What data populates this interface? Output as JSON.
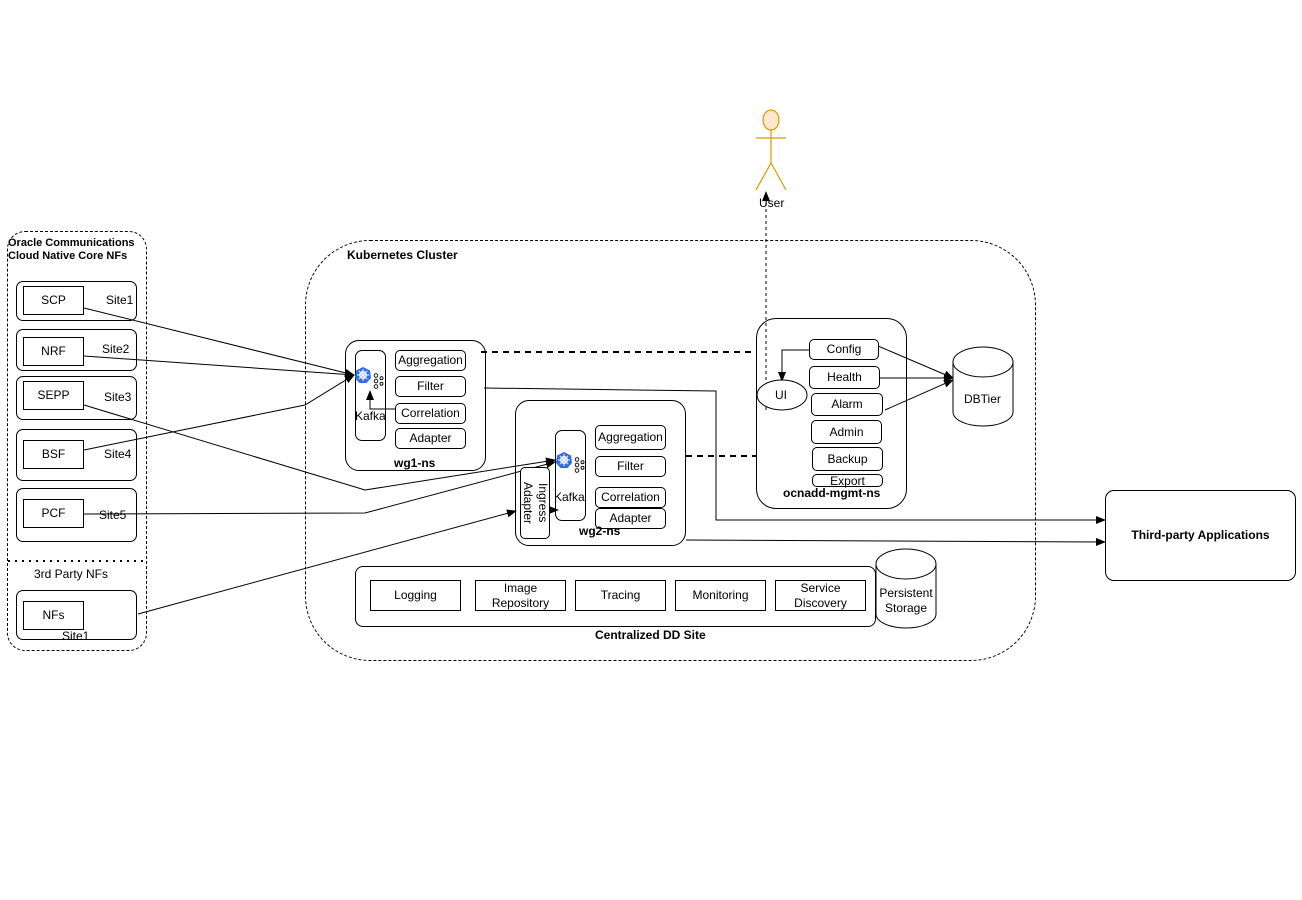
{
  "nf_panel": {
    "title_line1": "Oracle Communications",
    "title_line2": "Cloud Native Core NFs",
    "third_party_label": "3rd Party NFs"
  },
  "nfs": [
    {
      "name": "SCP",
      "site": "Site1"
    },
    {
      "name": "NRF",
      "site": "Site2"
    },
    {
      "name": "SEPP",
      "site": "Site3"
    },
    {
      "name": "BSF",
      "site": "Site4"
    },
    {
      "name": "PCF",
      "site": "Site5"
    },
    {
      "name": "NFs",
      "site": "Site1"
    }
  ],
  "cluster": {
    "title": "Kubernetes Cluster"
  },
  "wg1": {
    "name": "wg1-ns",
    "kafka": "Kafka",
    "services": [
      "Aggregation",
      "Filter",
      "Correlation",
      "Adapter"
    ]
  },
  "wg2": {
    "name": "wg2-ns",
    "kafka": "Kafka",
    "ingress": "Ingress Adapter",
    "services": [
      "Aggregation",
      "Filter",
      "Correlation",
      "Adapter"
    ]
  },
  "mgmt": {
    "name": "ocnadd-mgmt-ns",
    "ui": "UI",
    "services": [
      "Config",
      "Health",
      "Alarm",
      "Admin",
      "Backup",
      "Export"
    ]
  },
  "user": {
    "label": "User"
  },
  "dbtier": {
    "label": "DBTier"
  },
  "third_party": {
    "label": "Third-party Applications"
  },
  "centralized": {
    "title": "Centralized DD Site",
    "services": [
      "Logging",
      "Image Repository",
      "Tracing",
      "Monitoring",
      "Service Discovery"
    ],
    "storage": "Persistent Storage"
  },
  "colors": {
    "actor_fill": "#ffe6cc",
    "actor_stroke": "#d79b00",
    "k8s_blue": "#326ce5"
  }
}
